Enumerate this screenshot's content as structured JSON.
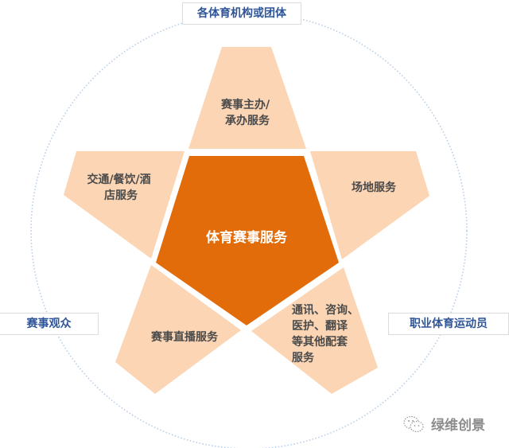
{
  "diagram": {
    "title": "体育赛事服务",
    "colors": {
      "core": "#e26b0a",
      "petal": "#fbd5b4",
      "petal_text": "#4a4a4a",
      "label_text": "#2f5597",
      "ring": "#b8cde8"
    },
    "core": {
      "label": "体育赛事服务"
    },
    "petals": [
      {
        "position": "top",
        "lines": [
          "赛事主办/",
          "承办服务"
        ]
      },
      {
        "position": "upper-left",
        "lines": [
          "交通/餐饮/酒",
          "店服务"
        ]
      },
      {
        "position": "upper-right",
        "lines": [
          "场地服务"
        ]
      },
      {
        "position": "lower-left",
        "lines": [
          "赛事直播服务"
        ]
      },
      {
        "position": "lower-right",
        "lines": [
          "通讯、咨询、",
          "医护、翻译",
          "等其他配套",
          "服务"
        ]
      }
    ],
    "stakeholders": [
      {
        "position": "top",
        "label": "各体育机构或团体"
      },
      {
        "position": "left",
        "label": "赛事观众"
      },
      {
        "position": "right",
        "label": "职业体育运动员"
      }
    ]
  },
  "watermark": {
    "icon": "wechat-icon",
    "text": "绿维创景"
  }
}
